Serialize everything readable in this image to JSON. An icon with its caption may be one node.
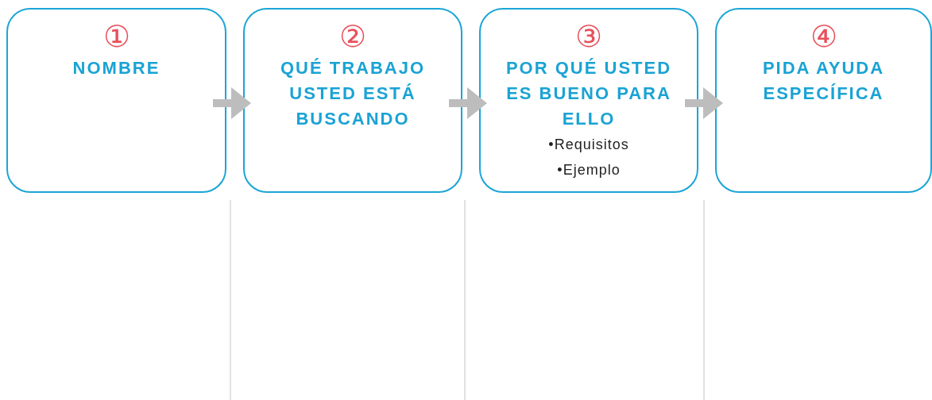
{
  "diagram": {
    "nodes": [
      {
        "text": [
          "①",
          "NOMBRE"
        ]
      },
      {
        "text": [
          "②",
          "QUÉ TRABAJO USTED ESTÁ BUSCANDO"
        ]
      },
      {
        "text": [
          "③",
          "POR QUÉ USTED ES BUENO PARA ELLO",
          "•Requisitos",
          "•Ejemplo"
        ]
      },
      {
        "text": [
          "④",
          "PIDA AYUDA ESPECÍFICA"
        ]
      }
    ],
    "edges": [
      {
        "from": 0,
        "to": 1,
        "arrow": "to"
      },
      {
        "from": 1,
        "to": 2,
        "arrow": "to"
      },
      {
        "from": 2,
        "to": 3,
        "arrow": "to"
      }
    ]
  }
}
